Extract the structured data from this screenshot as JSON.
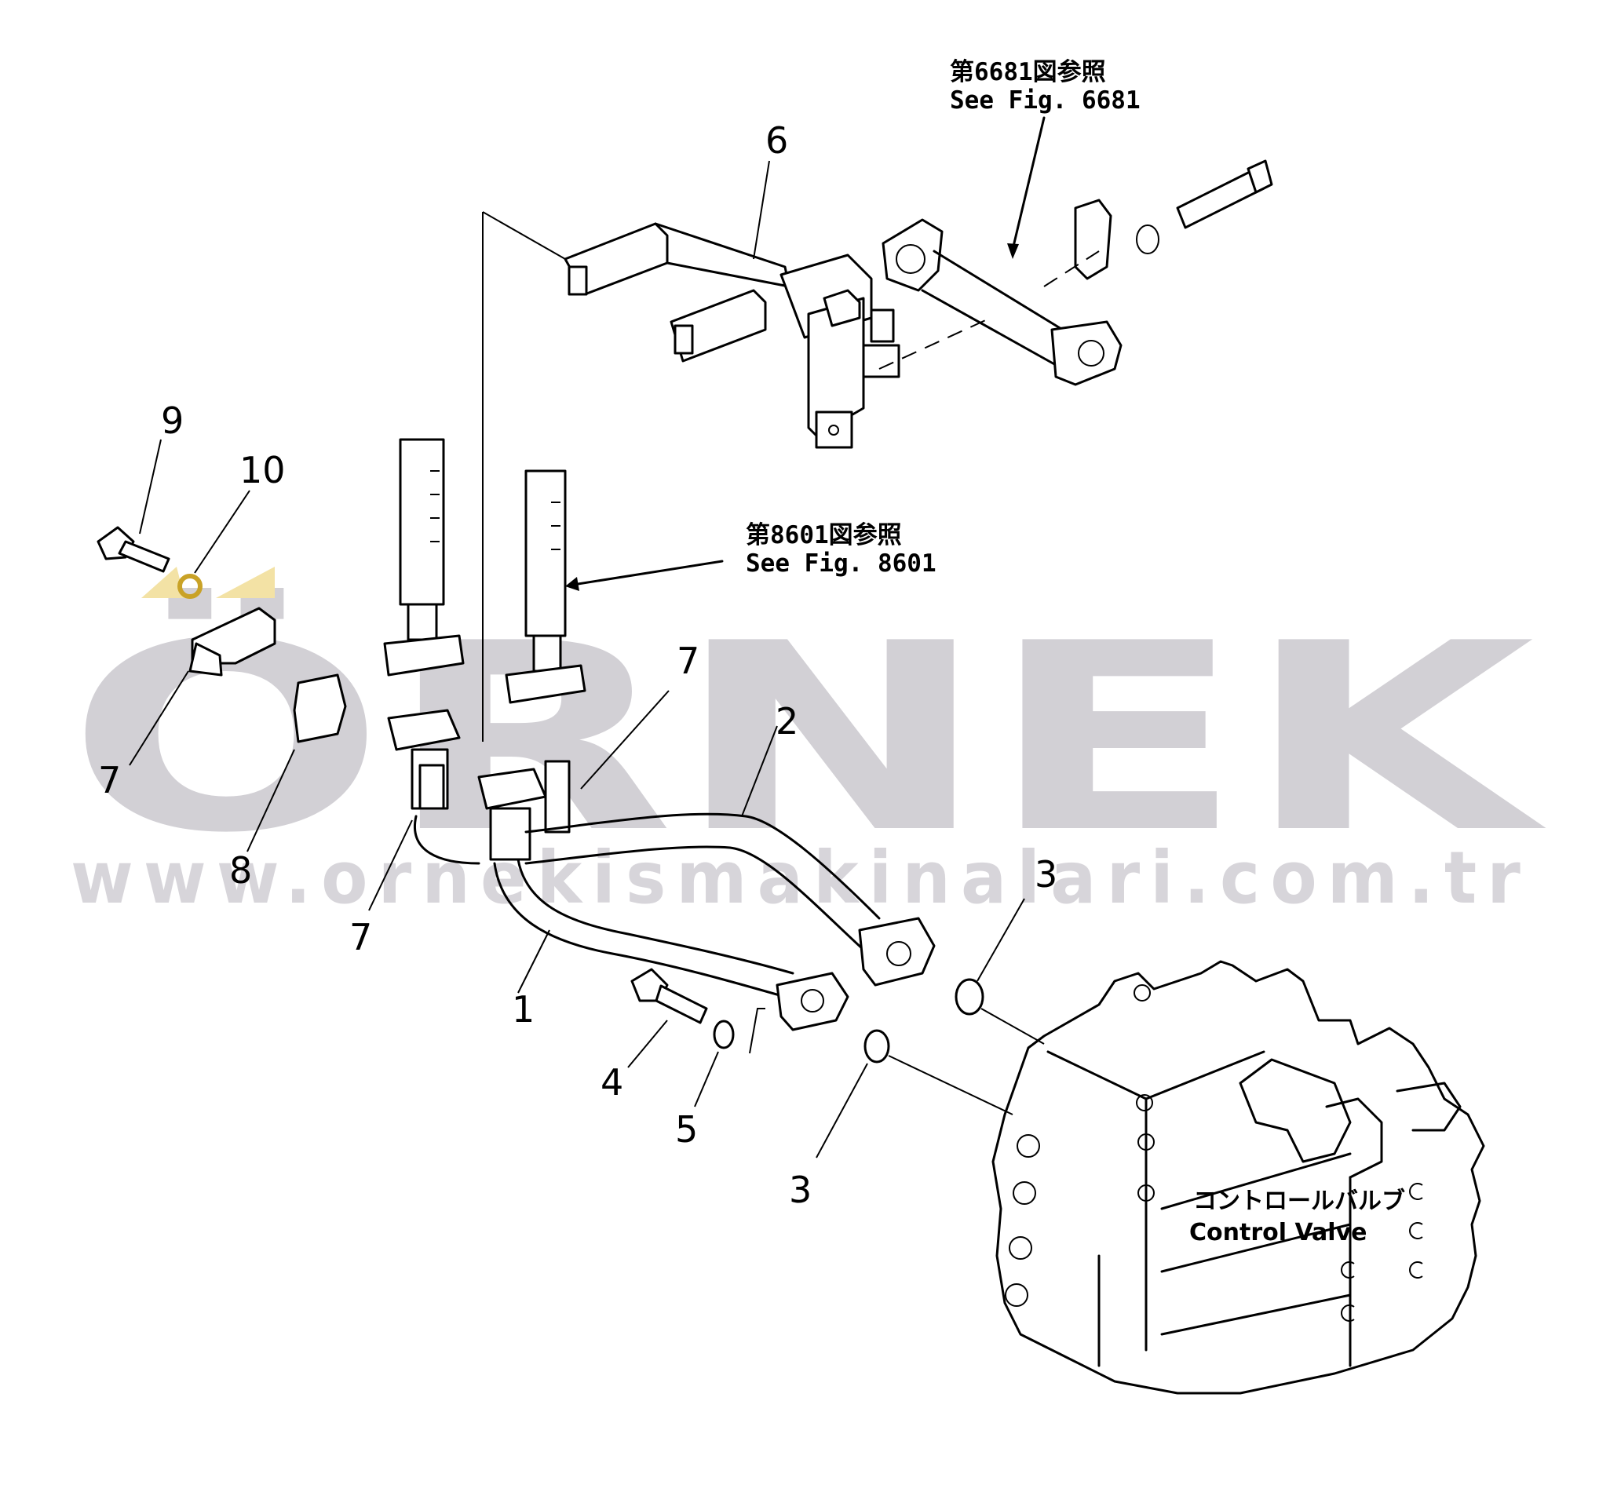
{
  "watermark": {
    "brand": "ÖRNEK",
    "url": "www.ornekismakinalari.com.tr",
    "accent_color": "#f3e2a5",
    "text_color": "#d2d0d5"
  },
  "references": {
    "fig_6681": {
      "jp": "第6681図参照",
      "en": "See  Fig. 6681"
    },
    "fig_8601": {
      "jp": "第8601図参照",
      "en": "See  Fig. 8601"
    }
  },
  "control_valve": {
    "jp": "コントロールバルブ",
    "en": "Control  Valve"
  },
  "callouts": [
    "1",
    "2",
    "3",
    "3",
    "3",
    "4",
    "5",
    "6",
    "7",
    "7",
    "7",
    "7",
    "8",
    "9",
    "10"
  ],
  "highlight_color": "#c9a227"
}
